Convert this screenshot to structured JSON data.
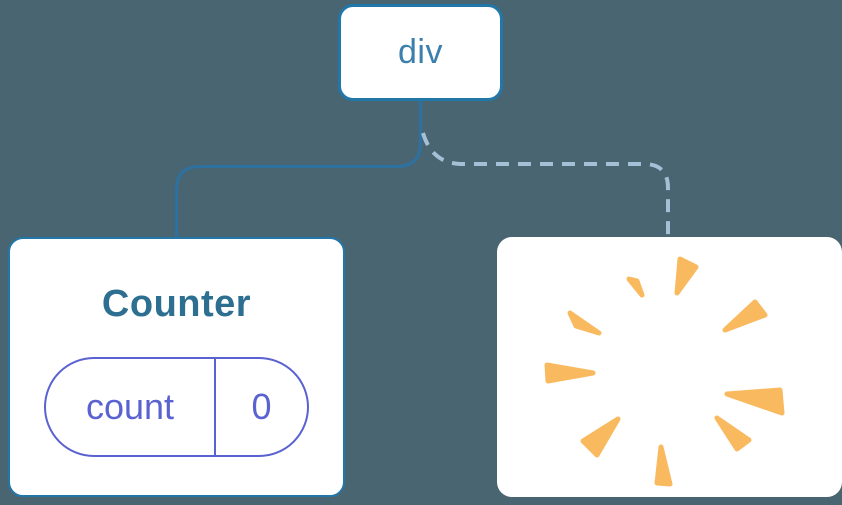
{
  "diagram": {
    "background_color": "#4a6572",
    "root_node": {
      "label": "div"
    },
    "counter_component": {
      "title": "Counter",
      "state": {
        "name": "count",
        "value": "0"
      }
    },
    "removed_component": {
      "icon": "poof-sparkle-icon"
    },
    "links": {
      "solid_link_color": "#2d71a1",
      "dashed_link_color": "#a4c0d6"
    },
    "colors": {
      "node_border": "#2277a9",
      "node_text": "#3b7fad",
      "counter_title": "#2d6f90",
      "state_accent": "#5a62d2",
      "poof": "#f9ba5f",
      "card_background": "#ffffff"
    }
  }
}
